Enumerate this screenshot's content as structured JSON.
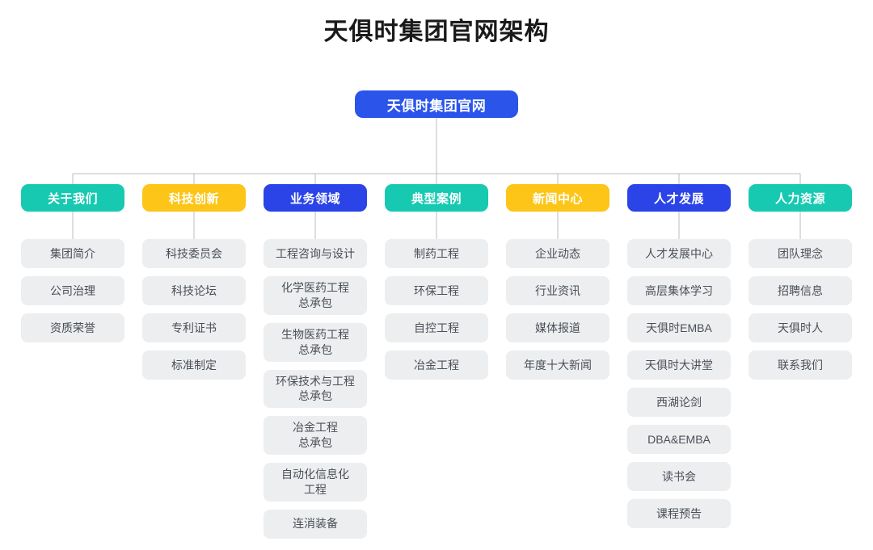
{
  "page": {
    "title": "天俱时集团官网架构",
    "root_label": "天俱时集团官网"
  },
  "colors": {
    "root": "#2b55ea",
    "teal": "#18c9b2",
    "yellow": "#fcc518",
    "blue": "#2b44e8",
    "item_bg": "#edeef0",
    "item_text": "#4a4f57",
    "connector": "#b9bcc2",
    "title_text": "#1a1a1a"
  },
  "chart_data": {
    "type": "diagram",
    "title": "天俱时集团官网架构",
    "root": "天俱时集团官网",
    "columns": [
      {
        "header": "关于我们",
        "color": "teal",
        "items": [
          "集团简介",
          "公司治理",
          "资质荣誉"
        ]
      },
      {
        "header": "科技创新",
        "color": "yellow",
        "items": [
          "科技委员会",
          "科技论坛",
          "专利证书",
          "标准制定"
        ]
      },
      {
        "header": "业务领域",
        "color": "blue",
        "items": [
          "工程咨询与设计",
          "化学医药工程\n总承包",
          "生物医药工程\n总承包",
          "环保技术与工程\n总承包",
          "冶金工程\n总承包",
          "自动化信息化\n工程",
          "连消装备"
        ]
      },
      {
        "header": "典型案例",
        "color": "teal",
        "items": [
          "制药工程",
          "环保工程",
          "自控工程",
          "冶金工程"
        ]
      },
      {
        "header": "新闻中心",
        "color": "yellow",
        "items": [
          "企业动态",
          "行业资讯",
          "媒体报道",
          "年度十大新闻"
        ]
      },
      {
        "header": "人才发展",
        "color": "blue",
        "items": [
          "人才发展中心",
          "高层集体学习",
          "天俱时EMBA",
          "天俱时大讲堂",
          "西湖论剑",
          "DBA&EMBA",
          "读书会",
          "课程预告"
        ]
      },
      {
        "header": "人力资源",
        "color": "teal",
        "items": [
          "团队理念",
          "招聘信息",
          "天俱时人",
          "联系我们"
        ]
      }
    ]
  }
}
